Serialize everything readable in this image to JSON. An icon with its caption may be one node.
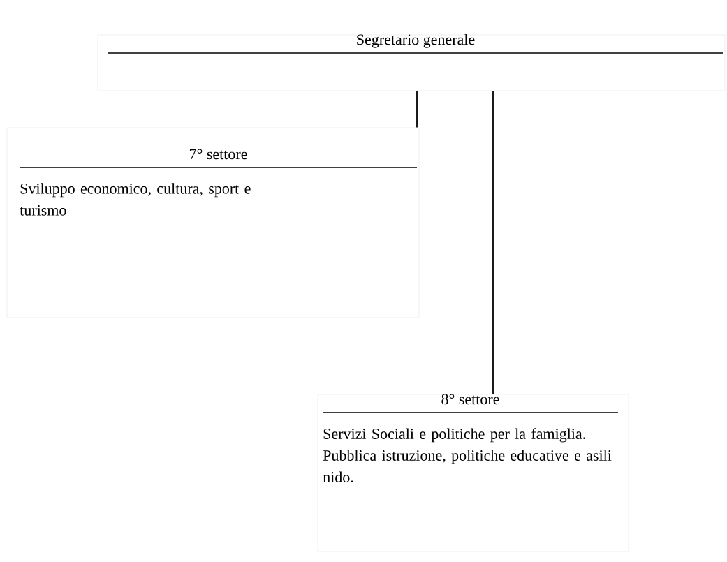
{
  "diagram": {
    "nodes": [
      {
        "text": [
          "Segretario generale"
        ]
      },
      {
        "text": [
          "7° settore",
          "Sviluppo economico, cultura, sport e turismo"
        ]
      },
      {
        "text": [
          "8° settore",
          "Servizi Sociali e politiche per la famiglia. Pubblica istruzione, politiche educative e asili nido."
        ]
      }
    ],
    "edges": [
      {
        "from": 0,
        "to": 1,
        "arrow": "none"
      },
      {
        "from": 0,
        "to": 2,
        "arrow": "none"
      }
    ]
  }
}
